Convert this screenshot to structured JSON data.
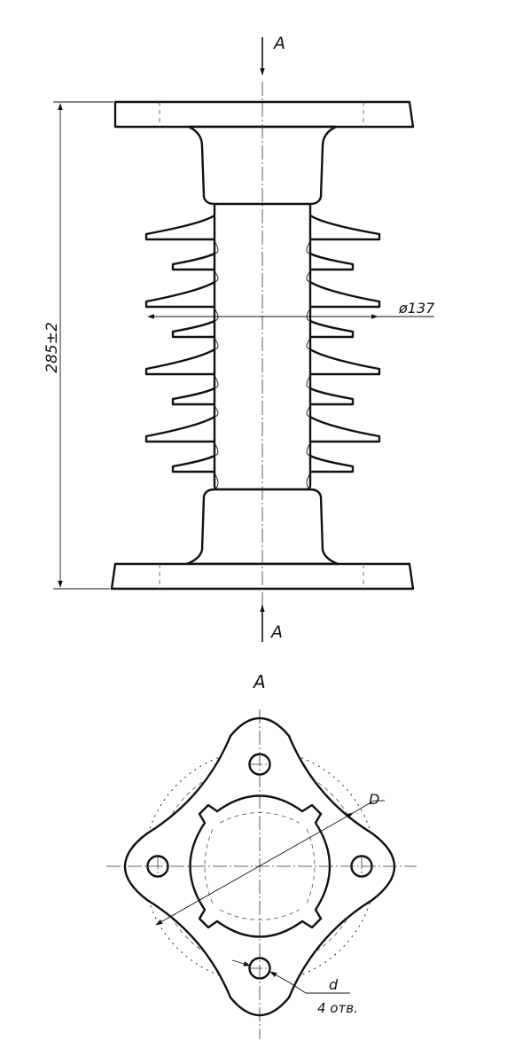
{
  "view_labels": {
    "top_arrow": "A",
    "bottom_arrow": "A",
    "section_title": "A"
  },
  "dimensions": {
    "height": "285±2",
    "shed_diameter": "ø137",
    "circle_diameter": "D",
    "hole_diameter": "d",
    "hole_count": "4 отв."
  }
}
